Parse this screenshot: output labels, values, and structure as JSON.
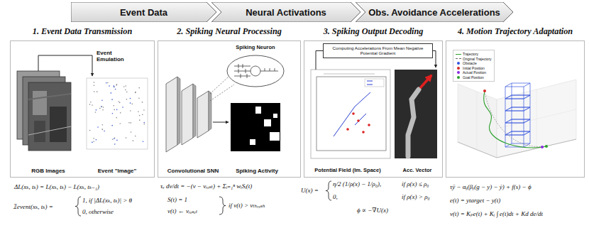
{
  "diagram": {
    "nodes": [
      {
        "text": [
          "Event Data"
        ]
      },
      {
        "text": [
          "Neural Activations"
        ]
      },
      {
        "text": [
          "Obs. Avoidance Accelerations"
        ]
      },
      {
        "text": [
          "1. Event Data Transmission"
        ]
      },
      {
        "text": [
          "2. Spiking Neural Processing"
        ]
      },
      {
        "text": [
          "3. Spiking Output Decoding"
        ]
      },
      {
        "text": [
          "Computing Accelerations From Mean Negative Potential Gradient"
        ],
        "in": 5
      },
      {
        "text": [
          "4. Motion Trajectory Adaptation"
        ]
      }
    ],
    "labels": [
      "Event Emulation",
      "RGB Images",
      "Event \"Image\"",
      "Spiking Neuron",
      "Convolutional SNN",
      "Spiking Activity",
      "Potential Field (Im. Space)",
      "Acc. Vector",
      "ΔL(xₖ, tₖ) = L(xₖ, tₖ) − L(xₖ, tₖ₋₁)",
      "𝟙event(xₖ, tₖ) =",
      "1,   if |ΔL(xₖ, tₖ)| > θ",
      "0,   otherwise",
      "τᵥ dv/dt = −(v − vᵣₑₛₜ) + Σᵢ₌₁ⁿ wᵢSᵢ(t)",
      "S(t) = 1",
      "v(t) ← vᵣₑₛₑₜ",
      "if v(t) > vₜₕᵣₑₛₕ",
      "U(x) =",
      "η/2 (1/ρ(x) − 1/ρ₀),",
      "if ρ(x) ≤ ρ₀",
      "0,",
      "if ρ(x) > ρ₀",
      "ϕ ∝ −∇U(x)",
      "τÿ − αᵧ(βᵧ(g − y) − ẏ) + f(s) − ϕ",
      "e(t) = ytarget − y(t)",
      "v(t) = Kₚe(t) + Kᵢ ∫ e(t)dt + Kd de/dt"
    ],
    "legend": [
      {
        "text": "Trajectory"
      },
      {
        "text": "Original Trajectory"
      },
      {
        "text": "Obstacle",
        "color": "#3355dd"
      },
      {
        "text": "Initial Position",
        "color": "#d62728"
      },
      {
        "text": "Actual Position",
        "color": "#8a2be2"
      },
      {
        "text": "Goal Position",
        "color": "#2ca02c"
      }
    ]
  }
}
